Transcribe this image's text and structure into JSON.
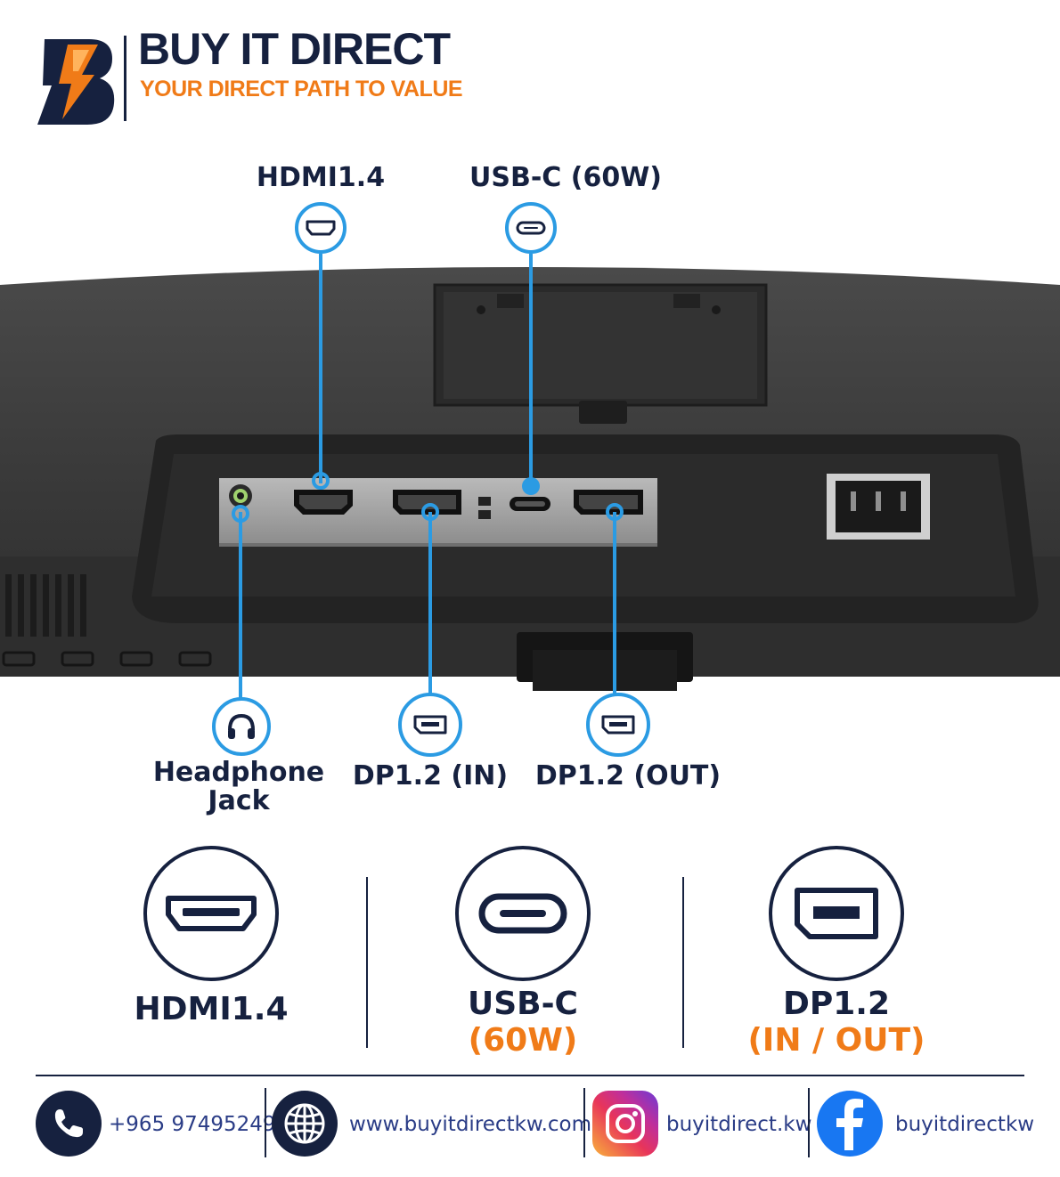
{
  "brand": {
    "name": "BUY IT DIRECT",
    "tagline": "YOUR DIRECT PATH TO VALUE",
    "colors": {
      "navy": "#16213f",
      "orange": "#f07b18",
      "blue": "#2b9be3"
    }
  },
  "callouts": {
    "hdmi": "HDMI1.4",
    "usbc": "USB-C (60W)",
    "headphone_line1": "Headphone",
    "headphone_line2": "Jack",
    "dp_in": "DP1.2 (IN)",
    "dp_out": "DP1.2 (OUT)"
  },
  "features": [
    {
      "label": "HDMI1.4",
      "sub": "",
      "icon": "hdmi-port-icon"
    },
    {
      "label": "USB-C",
      "sub": "(60W)",
      "icon": "usb-c-port-icon"
    },
    {
      "label": "DP1.2",
      "sub": "(IN / OUT)",
      "icon": "displayport-icon"
    }
  ],
  "footer": {
    "phone": "+965 97495249",
    "website": "www.buyitdirectkw.com",
    "instagram": "buyitdirect.kw",
    "facebook": "buyitdirectkw"
  }
}
